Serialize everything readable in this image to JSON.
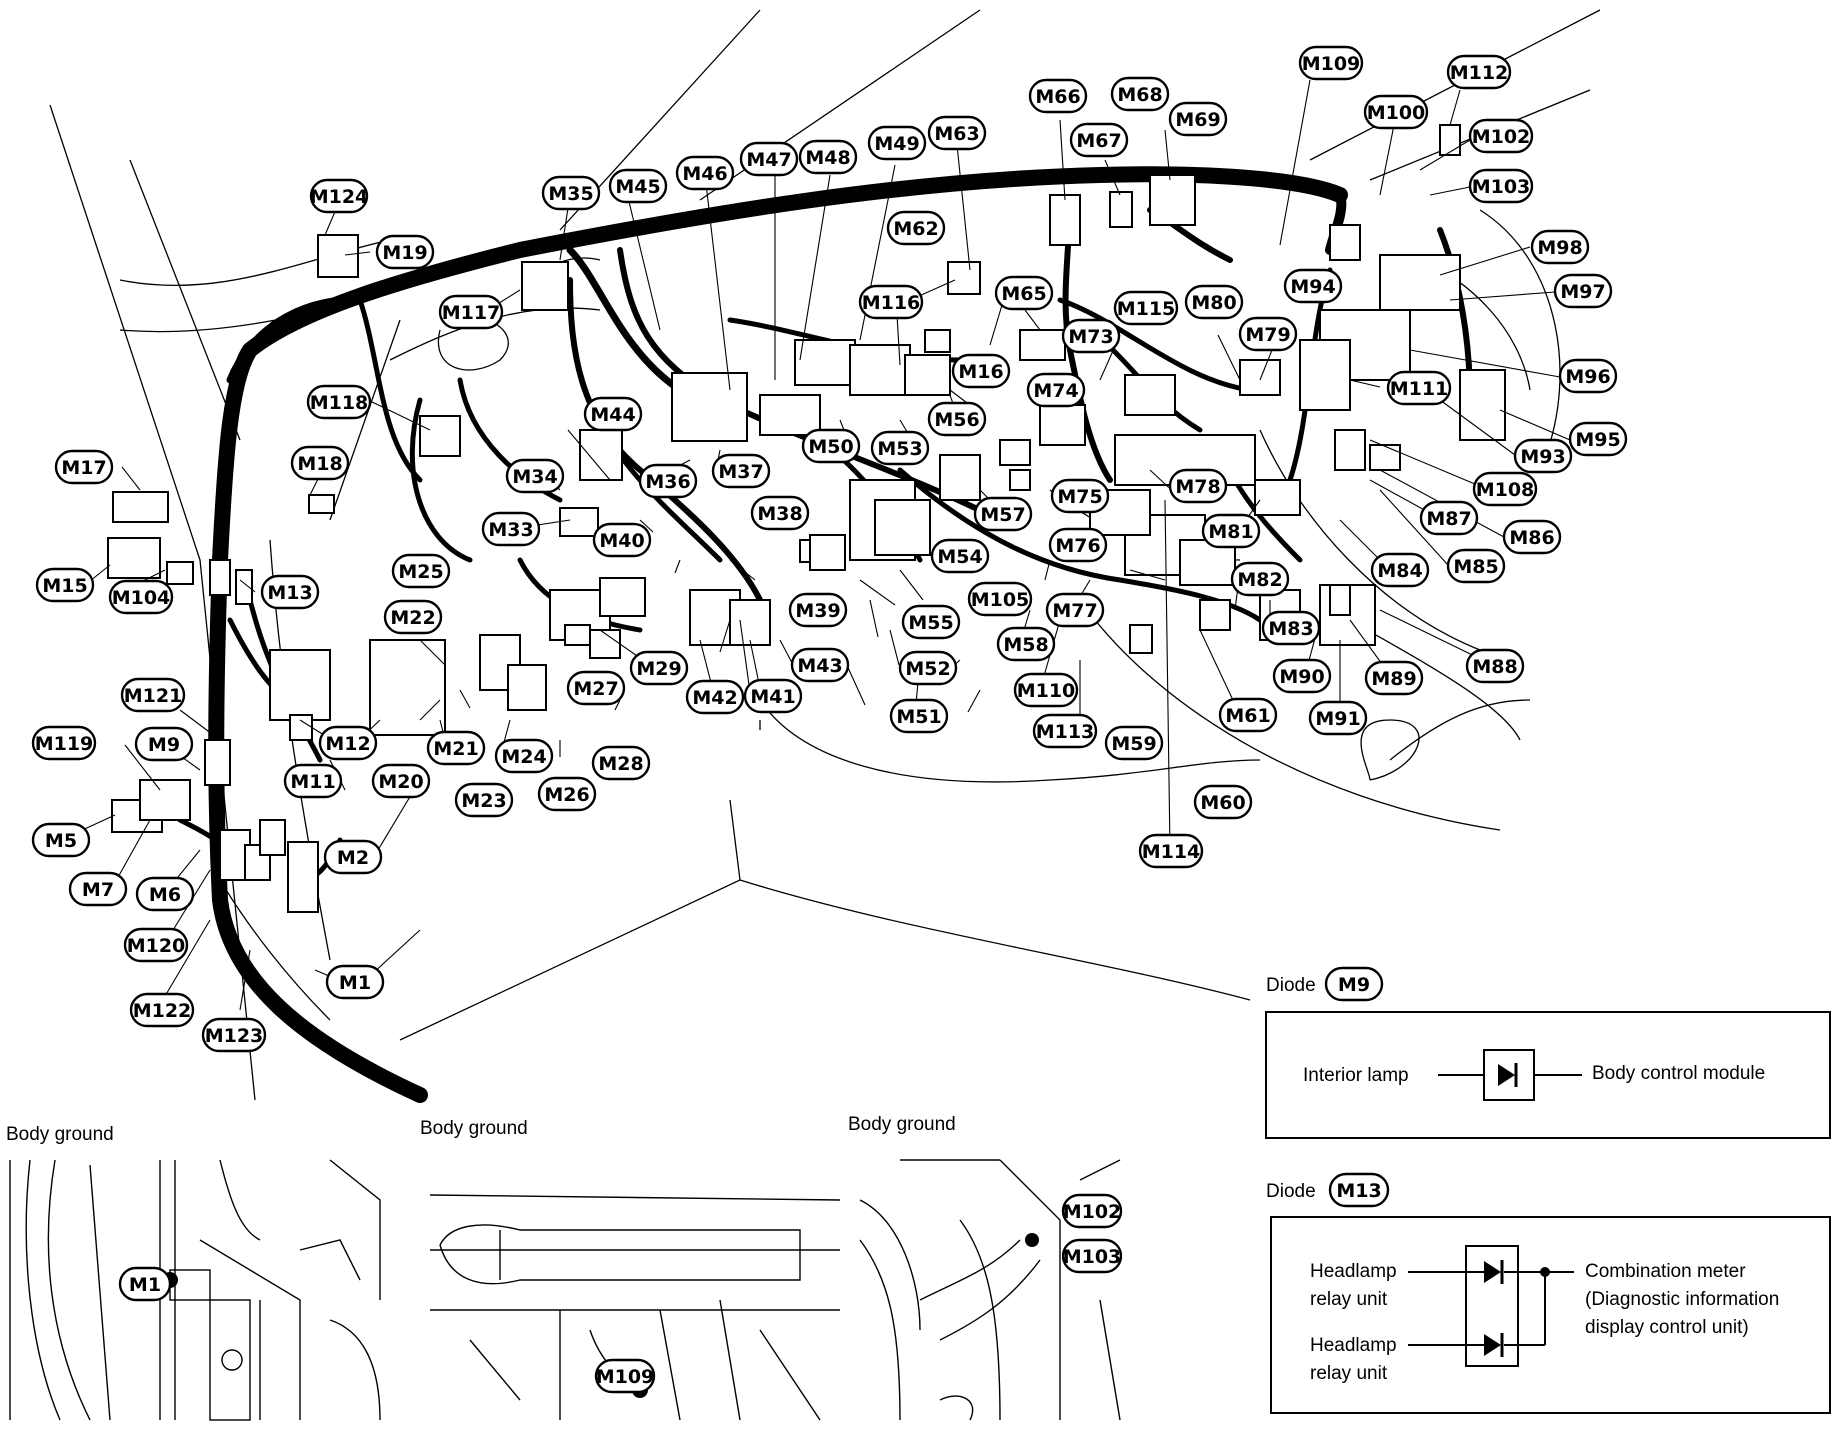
{
  "callouts": [
    "M124",
    "M19",
    "M35",
    "M45",
    "M46",
    "M47",
    "M48",
    "M49",
    "M63",
    "M66",
    "M68",
    "M67",
    "M69",
    "M109",
    "M100",
    "M112",
    "M102",
    "M103",
    "M98",
    "M97",
    "M96",
    "M95",
    "M93",
    "M108",
    "M86",
    "M87",
    "M85",
    "M84",
    "M88",
    "M89",
    "M90",
    "M91",
    "M94",
    "M111",
    "M62",
    "M65",
    "M116",
    "M117",
    "M118",
    "M17",
    "M15",
    "M104",
    "M18",
    "M13",
    "M44",
    "M34",
    "M33",
    "M36",
    "M37",
    "M38",
    "M40",
    "M50",
    "M53",
    "M56",
    "M16",
    "M74",
    "M73",
    "M115",
    "M80",
    "M79",
    "M75",
    "M57",
    "M54",
    "M78",
    "M81",
    "M82",
    "M76",
    "M77",
    "M105",
    "M58",
    "M110",
    "M113",
    "M59",
    "M61",
    "M60",
    "M114",
    "M83",
    "M39",
    "M43",
    "M55",
    "M52",
    "M51",
    "M42",
    "M41",
    "M29",
    "M27",
    "M28",
    "M26",
    "M25",
    "M22",
    "M21",
    "M20",
    "M12",
    "M11",
    "M24",
    "M23",
    "M2",
    "M121",
    "M9",
    "M119",
    "M5",
    "M7",
    "M6",
    "M120",
    "M122",
    "M123",
    "M1"
  ],
  "insets": {
    "ground1": {
      "title": "Body ground",
      "label": "M1"
    },
    "ground2": {
      "title": "Body ground",
      "label": "M109"
    },
    "ground3": {
      "title": "Body ground",
      "labels": [
        "M102",
        "M103"
      ]
    }
  },
  "diode_m9": {
    "title": "Diode",
    "tag": "M9",
    "left": "Interior lamp",
    "right": "Body control module"
  },
  "diode_m13": {
    "title": "Diode",
    "tag": "M13",
    "left1_a": "Headlamp",
    "left1_b": "relay unit",
    "left2_a": "Headlamp",
    "left2_b": "relay unit",
    "right_a": "Combination meter",
    "right_b": "(Diagnostic information",
    "right_c": "display control unit)"
  }
}
